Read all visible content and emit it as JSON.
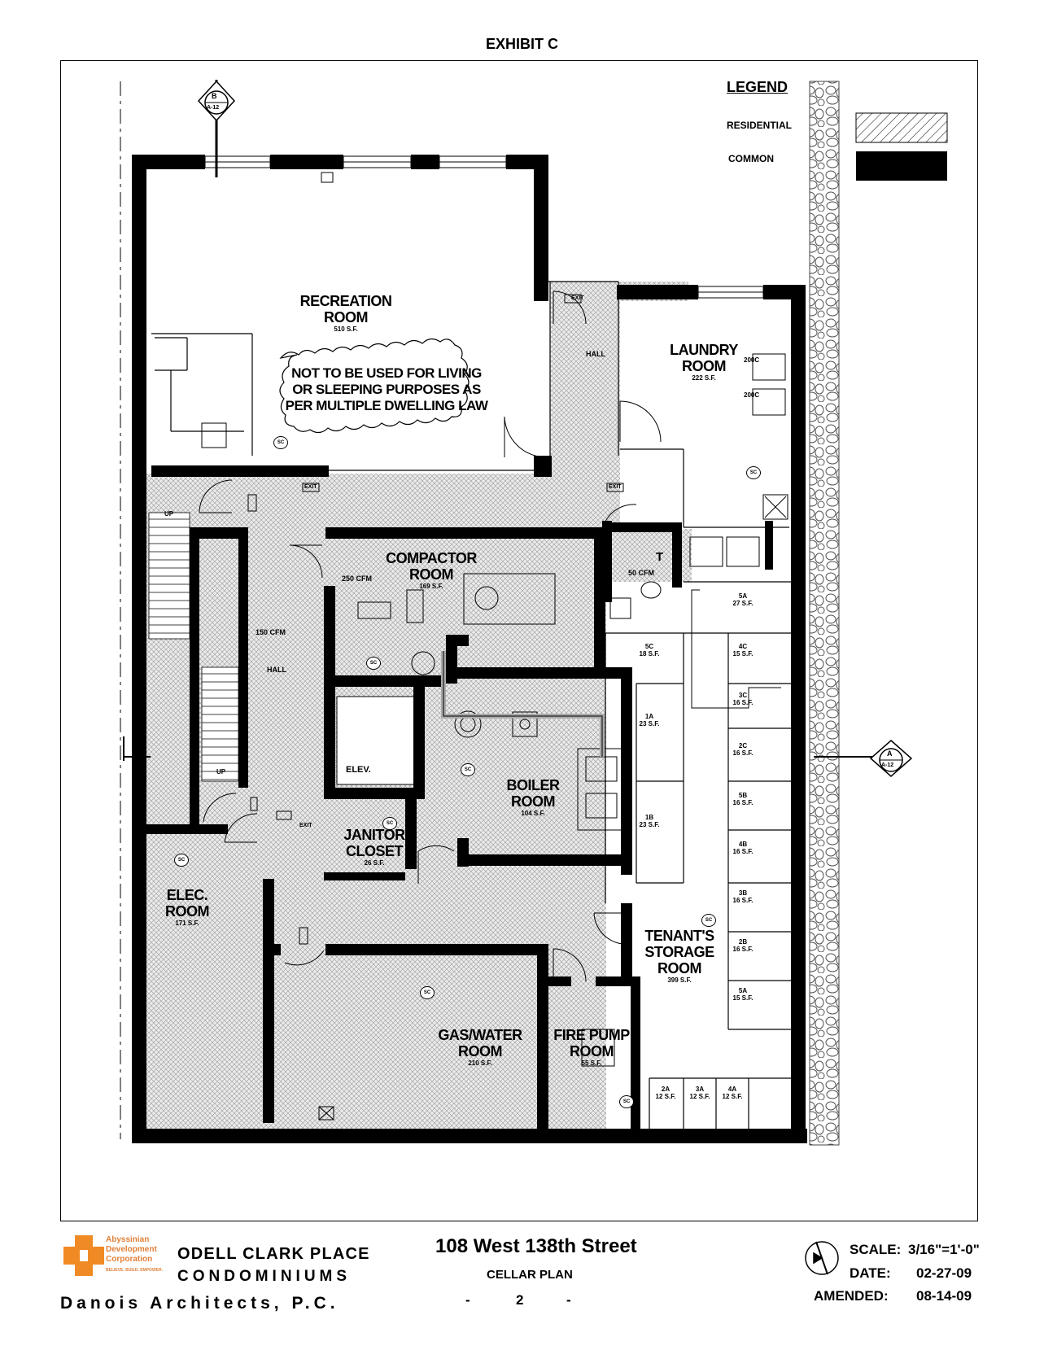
{
  "exhibit": "EXHIBIT C",
  "legend": {
    "title": "LEGEND",
    "items": [
      {
        "label": "RESIDENTIAL",
        "pattern": "hatched"
      },
      {
        "label": "COMMON",
        "pattern": "solid-black"
      }
    ]
  },
  "section_markers": [
    {
      "letter": "B",
      "sheet": "A-12"
    },
    {
      "letter": "A",
      "sheet": "A-12"
    }
  ],
  "rooms": {
    "recreation": {
      "name_line1": "RECREATION",
      "name_line2": "ROOM",
      "area": "510 S.F."
    },
    "laundry": {
      "name_line1": "LAUNDRY",
      "name_line2": "ROOM",
      "area": "222 S.F."
    },
    "compactor": {
      "name_line1": "COMPACTOR",
      "name_line2": "ROOM",
      "area": "169 S.F."
    },
    "boiler": {
      "name_line1": "BOILER",
      "name_line2": "ROOM",
      "area": "104 S.F."
    },
    "janitor": {
      "name_line1": "JANITOR",
      "name_line2": "CLOSET",
      "area": "26 S.F."
    },
    "elec": {
      "name_line1": "ELEC.",
      "name_line2": "ROOM",
      "area": "171 S.F."
    },
    "tenant_storage": {
      "name_line1": "TENANT'S",
      "name_line2": "STORAGE",
      "name_line3": "ROOM",
      "area": "399 S.F."
    },
    "gas_water": {
      "name_line1": "GAS/WATER",
      "name_line2": "ROOM",
      "area": "210 S.F."
    },
    "fire_pump": {
      "name_line1": "FIRE PUMP",
      "name_line2": "ROOM",
      "area": "55 S.F."
    }
  },
  "notice": {
    "line1": "NOT TO BE USED FOR LIVING",
    "line2": "OR SLEEPING PURPOSES AS",
    "line3": "PER MULTIPLE DWELLING LAW"
  },
  "labels": {
    "hall_upper": "HALL",
    "hall_lower": "HALL",
    "elev": "ELEV.",
    "up_upper": "UP",
    "up_lower": "UP",
    "toilet": "T",
    "cfm_250": "250 CFM",
    "cfm_150": "150 CFM",
    "cfm_50": "50 CFM",
    "exit": "EXIT",
    "sc": "SC",
    "dryer": "200C"
  },
  "storage_units": [
    {
      "id": "5A",
      "area": "27 S.F."
    },
    {
      "id": "5C",
      "area": "18 S.F."
    },
    {
      "id": "4C",
      "area": "15 S.F."
    },
    {
      "id": "3C",
      "area": "16 S.F."
    },
    {
      "id": "1A",
      "area": "23 S.F."
    },
    {
      "id": "2C",
      "area": "16 S.F."
    },
    {
      "id": "5B",
      "area": "16 S.F."
    },
    {
      "id": "1B",
      "area": "23 S.F."
    },
    {
      "id": "4B",
      "area": "16 S.F."
    },
    {
      "id": "3B",
      "area": "16 S.F."
    },
    {
      "id": "2B",
      "area": "16 S.F."
    },
    {
      "id": "5A",
      "area": "15 S.F."
    },
    {
      "id": "2A",
      "area": "12 S.F."
    },
    {
      "id": "3A",
      "area": "12 S.F."
    },
    {
      "id": "4A",
      "area": "12 S.F."
    }
  ],
  "title_block": {
    "org_line1": "Abyssinian",
    "org_line2": "Development",
    "org_line3": "Corporation",
    "org_tagline": "BELIEVE. BUILD. EMPOWER.",
    "project_line1": "ODELL CLARK PLACE",
    "project_line2": "CONDOMINIUMS",
    "architect": "Danois Architects, P.C.",
    "address": "108 West 138th Street",
    "sheet_title": "CELLAR PLAN",
    "page_number": "2",
    "scale_label": "SCALE:",
    "scale_value": "3/16\"=1'-0\"",
    "date_label": "DATE:",
    "date_value": "02-27-09",
    "amended_label": "AMENDED:",
    "amended_value": "08-14-09"
  }
}
